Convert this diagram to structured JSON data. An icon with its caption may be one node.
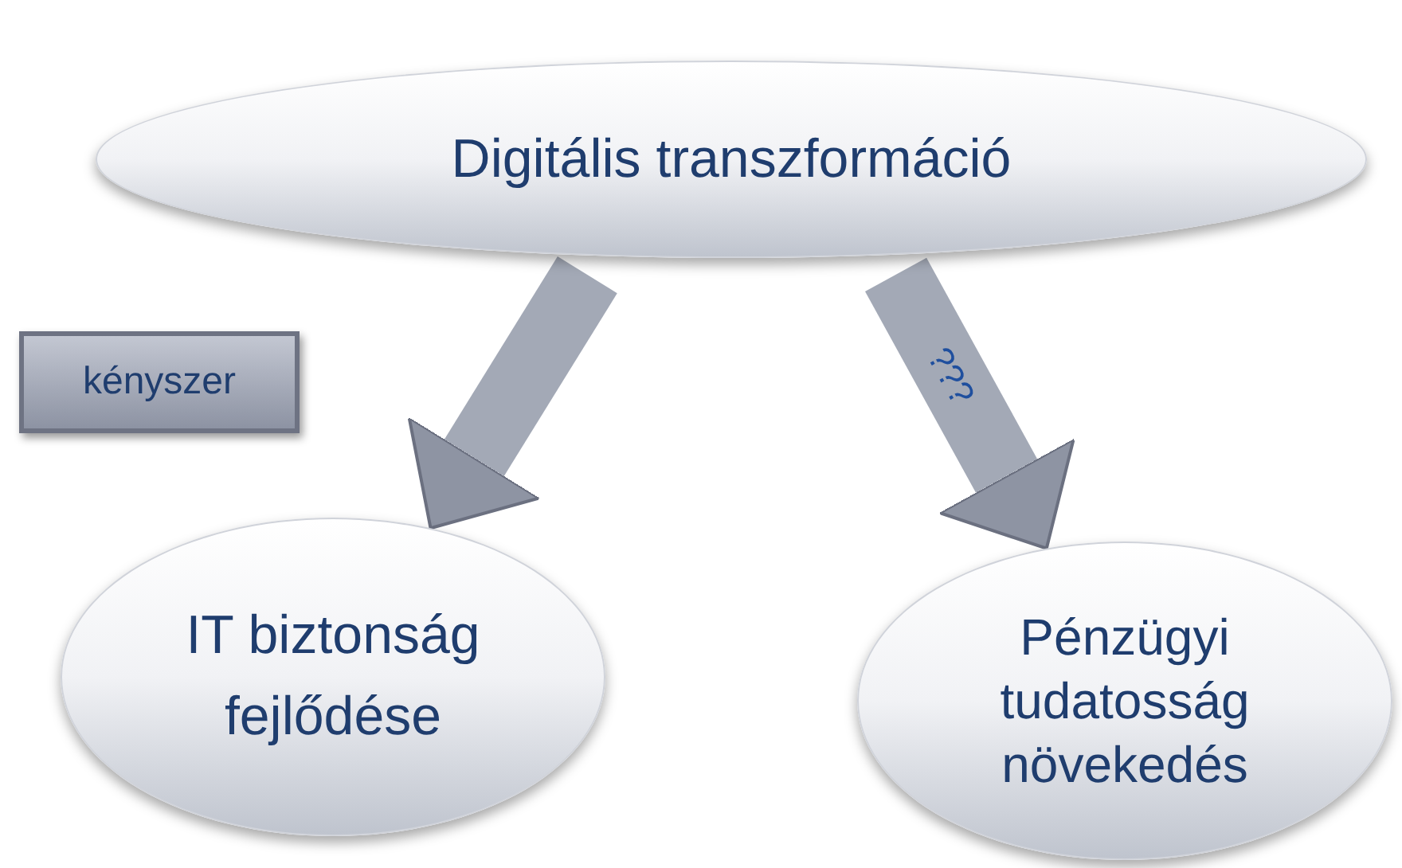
{
  "diagram": {
    "nodes": [
      {
        "text": [
          "Digitális transzformáció"
        ]
      },
      {
        "text": [
          "kényszer"
        ]
      },
      {
        "text": [
          "IT biztonság fejlődése"
        ]
      },
      {
        "text": [
          "Pénzügyi tudatosság növekedés"
        ]
      }
    ],
    "edges": [
      {
        "from": 0,
        "to": 2,
        "arrow": "to"
      },
      {
        "from": 0,
        "to": 3,
        "arrow": "to",
        "label": "???"
      }
    ]
  }
}
